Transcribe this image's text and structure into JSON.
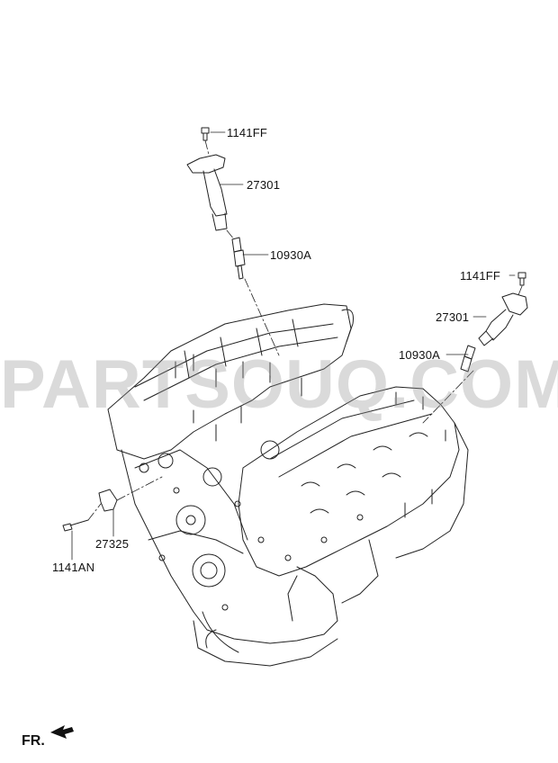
{
  "labels": {
    "bolt_top": "1141FF",
    "coil_top": "27301",
    "plug_top": "10930A",
    "bolt_right": "1141FF",
    "coil_right": "27301",
    "plug_right": "10930A",
    "bracket": "27325",
    "bolt_bracket": "1141AN"
  },
  "watermark": "PARTSOUQ.COM",
  "front_indicator": "FR."
}
